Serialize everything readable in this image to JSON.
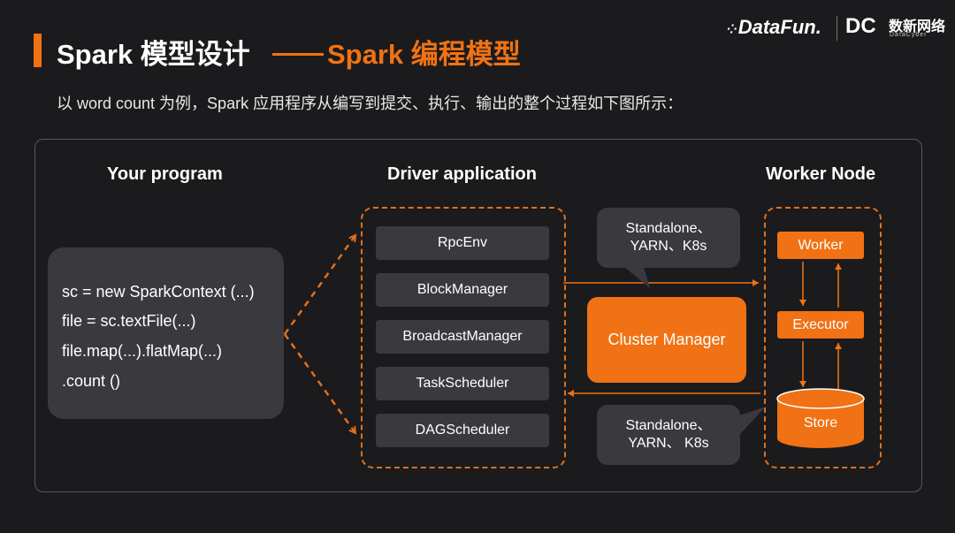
{
  "header": {
    "title": "Spark 模型设计",
    "subtitle": "Spark 编程模型",
    "logo_datafun": "DataFun.",
    "logo_datacyber_mark": "DC",
    "logo_datacyber": "数新网络",
    "logo_datacyber_sub": "DataCyber"
  },
  "description": "以 word count 为例，Spark 应用程序从编写到提交、执行、输出的整个过程如下图所示：",
  "diagram": {
    "program": {
      "heading": "Your program",
      "code_lines": [
        "sc = new SparkContext (...)",
        "file = sc.textFile(...)",
        "file.map(...).flatMap(...)",
        ".count ()"
      ]
    },
    "driver": {
      "heading": "Driver application",
      "components": [
        "RpcEnv",
        "BlockManager",
        "BroadcastManager",
        "TaskScheduler",
        "DAGScheduler"
      ]
    },
    "cluster_manager": "Cluster Manager",
    "bubble_top": [
      "Standalone、",
      "YARN、K8s"
    ],
    "bubble_bottom": [
      "Standalone、",
      "YARN、 K8s"
    ],
    "worker": {
      "heading": "Worker Node",
      "worker": "Worker",
      "executor": "Executor",
      "store": "Store"
    },
    "colors": {
      "accent": "#f07214",
      "box": "#3a3a3e",
      "background": "#1b1b1d"
    }
  }
}
